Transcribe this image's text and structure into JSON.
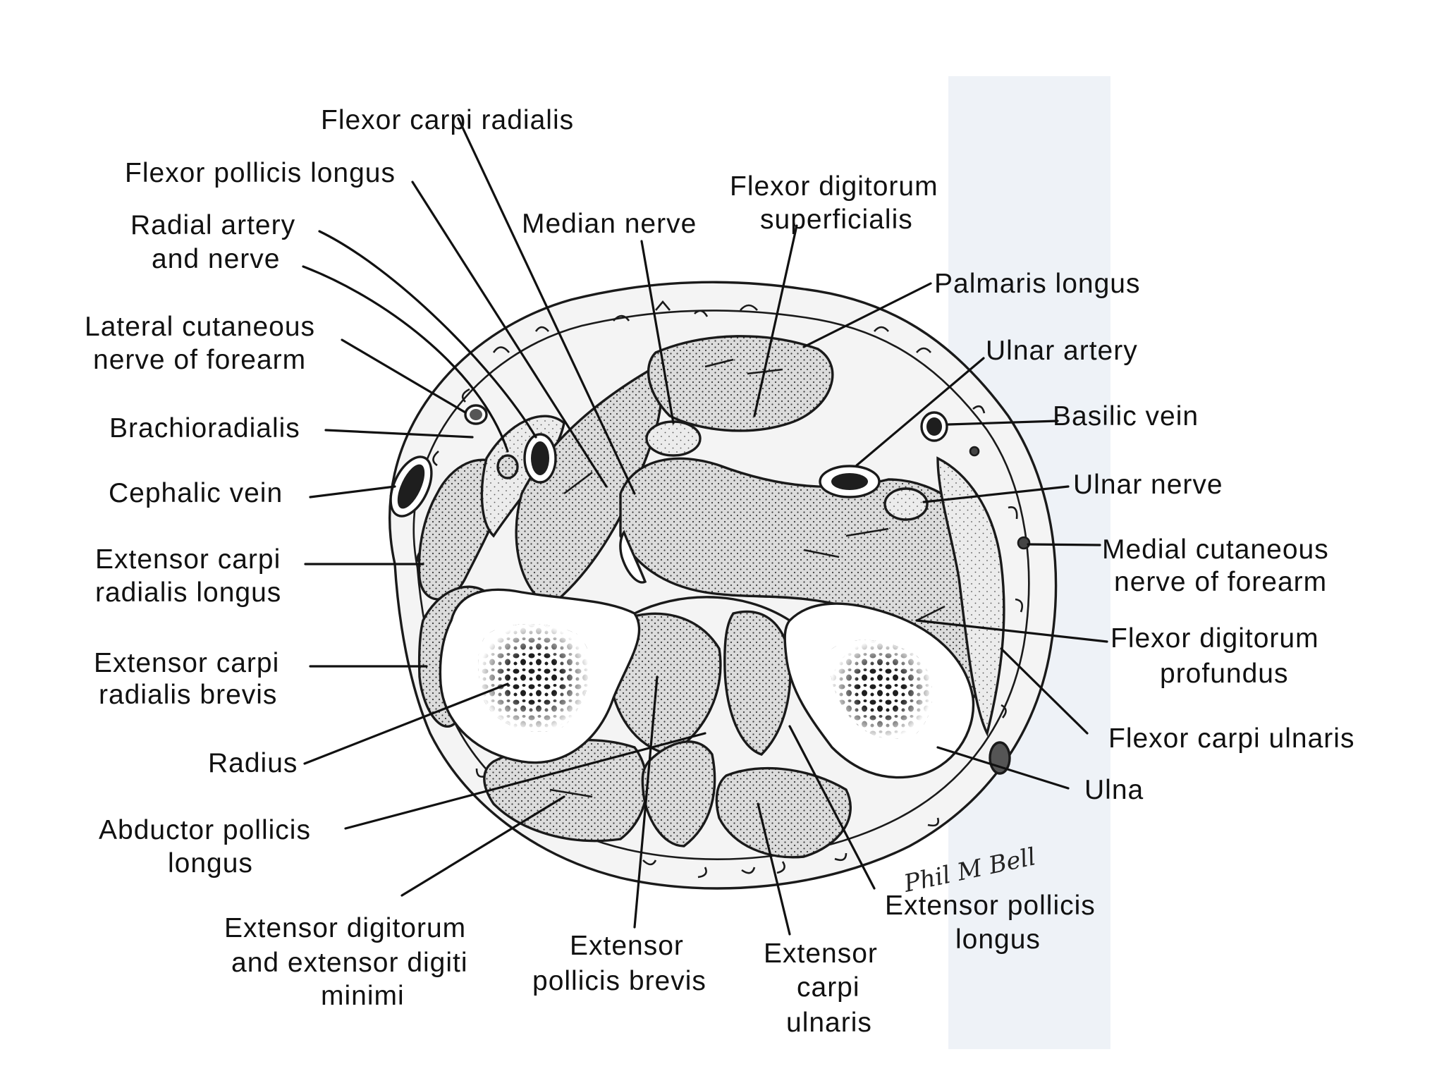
{
  "figure": {
    "signature": "Phil M Bell",
    "colors": {
      "ink": "#1a1a1a",
      "muscle_fill": "#d9d9d9",
      "fascia_fill": "#f2f2f2",
      "bone_marrow": "#1e1e1e",
      "background": "#ffffff"
    }
  },
  "labels": {
    "flexor_carpi_radialis": "Flexor carpi radialis",
    "flexor_pollicis_longus": "Flexor pollicis longus",
    "radial_artery_nerve_1": "Radial artery",
    "radial_artery_nerve_2": "and nerve",
    "median_nerve": "Median nerve",
    "fds_1": "Flexor digitorum",
    "fds_2": "superficialis",
    "palmaris_longus": "Palmaris longus",
    "lateral_cutaneous_1": "Lateral cutaneous",
    "lateral_cutaneous_2": "nerve of forearm",
    "ulnar_artery": "Ulnar artery",
    "brachioradialis": "Brachioradialis",
    "basilic_vein": "Basilic vein",
    "cephalic_vein": "Cephalic vein",
    "ulnar_nerve": "Ulnar nerve",
    "ecrl_1": "Extensor carpi",
    "ecrl_2": "radialis longus",
    "medial_cutaneous_1": "Medial cutaneous",
    "medial_cutaneous_2": "nerve of forearm",
    "fdp_1": "Flexor digitorum",
    "fdp_2": "profundus",
    "ecrb_1": "Extensor carpi",
    "ecrb_2": "radialis brevis",
    "flexor_carpi_ulnaris": "Flexor carpi ulnaris",
    "radius": "Radius",
    "ulna": "Ulna",
    "apl_1": "Abductor pollicis",
    "apl_2": "longus",
    "edm_1": "Extensor digitorum",
    "edm_2": "and extensor digiti",
    "edm_3": "minimi",
    "epb_1": "Extensor",
    "epb_2": "pollicis brevis",
    "ecu_1": "Extensor",
    "ecu_2": "carpi",
    "ecu_3": "ulnaris",
    "epl_1": "Extensor pollicis",
    "epl_2": "longus"
  }
}
